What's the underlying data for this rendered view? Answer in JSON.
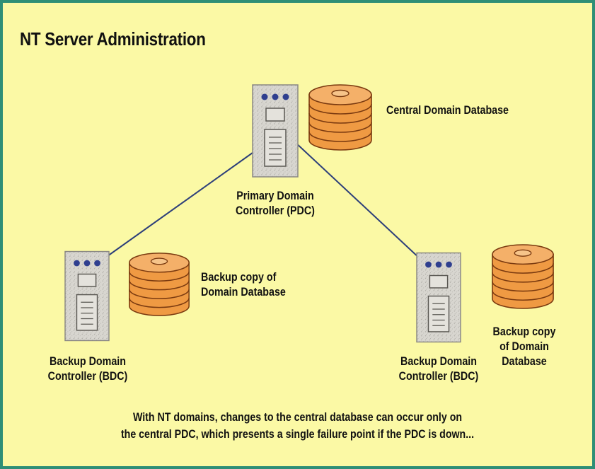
{
  "title": "NT Server Administration",
  "nodes": {
    "pdc": {
      "label_lines": [
        "Primary Domain",
        "Controller (PDC)"
      ],
      "db_label_lines": [
        "Central Domain Database"
      ]
    },
    "bdc_left": {
      "label_lines": [
        "Backup Domain",
        "Controller (BDC)"
      ],
      "db_label_lines": [
        "Backup copy of",
        "Domain Database"
      ]
    },
    "bdc_right": {
      "label_lines": [
        "Backup Domain",
        "Controller (BDC)"
      ],
      "db_label_lines": [
        "Backup copy",
        "of Domain",
        "Database"
      ]
    }
  },
  "caption_lines": [
    "With NT domains, changes to the central database can occur only on",
    "the central PDC, which presents a single failure point if the PDC is down..."
  ],
  "colors": {
    "background": "#fbf9a5",
    "border": "#2f8f76",
    "connection_line": "#2d3f7a",
    "server_body": "#d6d4cf",
    "server_lights": "#2f3f8f",
    "disk_fill": "#ef9a43",
    "disk_stroke": "#7a3a10"
  },
  "icons": [
    "server-tower-icon",
    "database-disk-stack-icon"
  ]
}
